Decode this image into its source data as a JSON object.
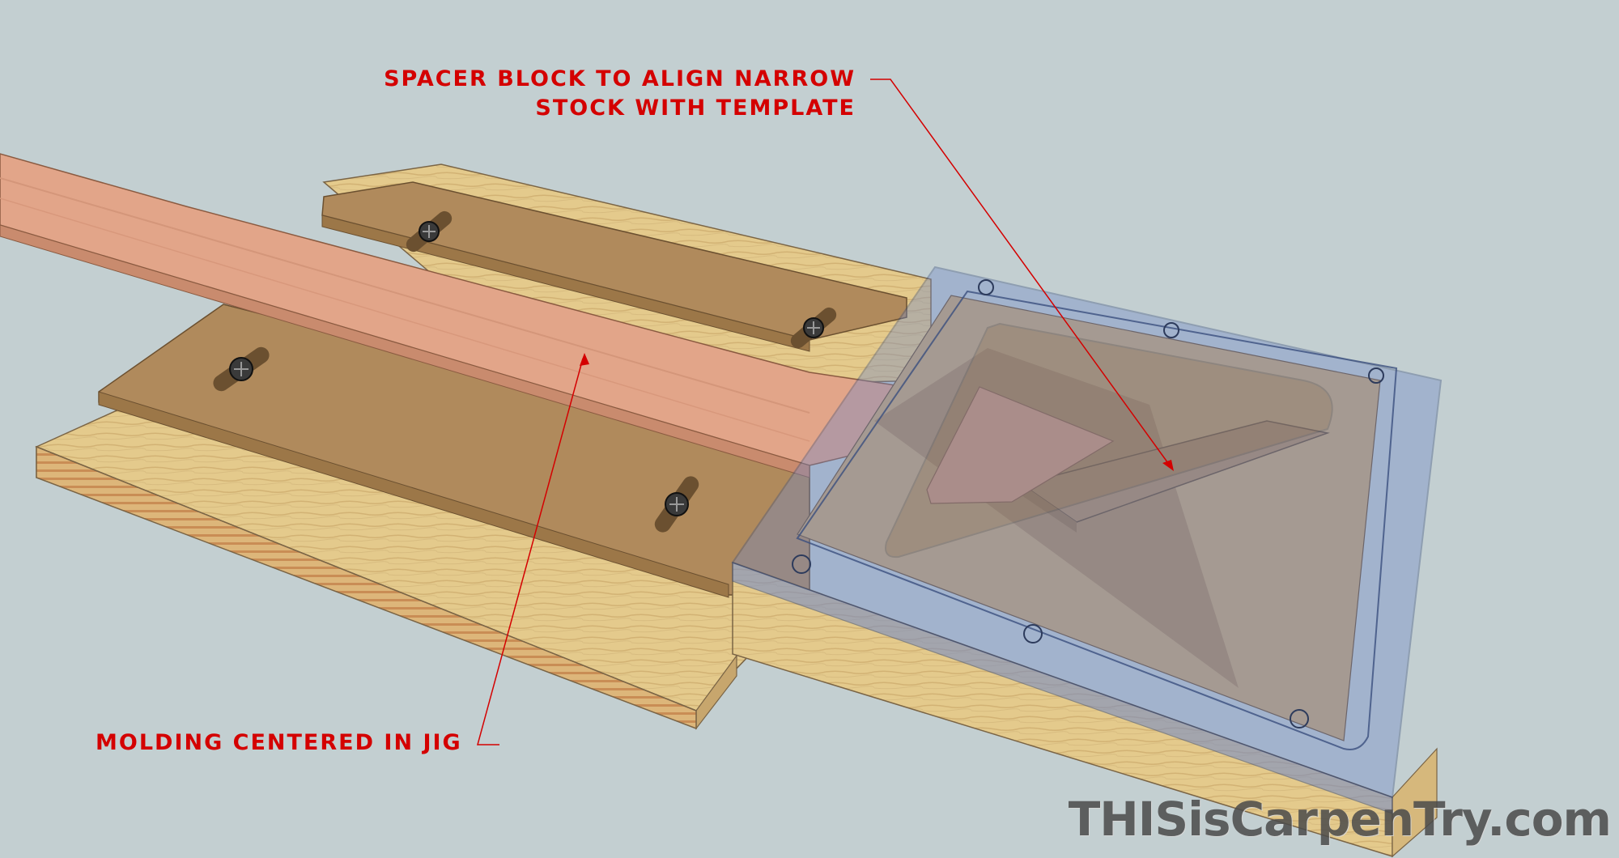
{
  "annotations": {
    "spacer_block": {
      "line1": "Spacer block to align narrow",
      "line2": "stock with template"
    },
    "molding": {
      "text": "Molding centered in jig"
    }
  },
  "watermark": "THISisCarpenTry.com",
  "colors": {
    "background": "#c3cfd1",
    "annotation_text": "#d40000",
    "plywood": "#e4ca8c",
    "mdf": "#b08a5c",
    "molding": "#e2a589",
    "acrylic": "#6f88c8"
  },
  "icons": [
    "screw-icon",
    "arrowhead-icon"
  ]
}
